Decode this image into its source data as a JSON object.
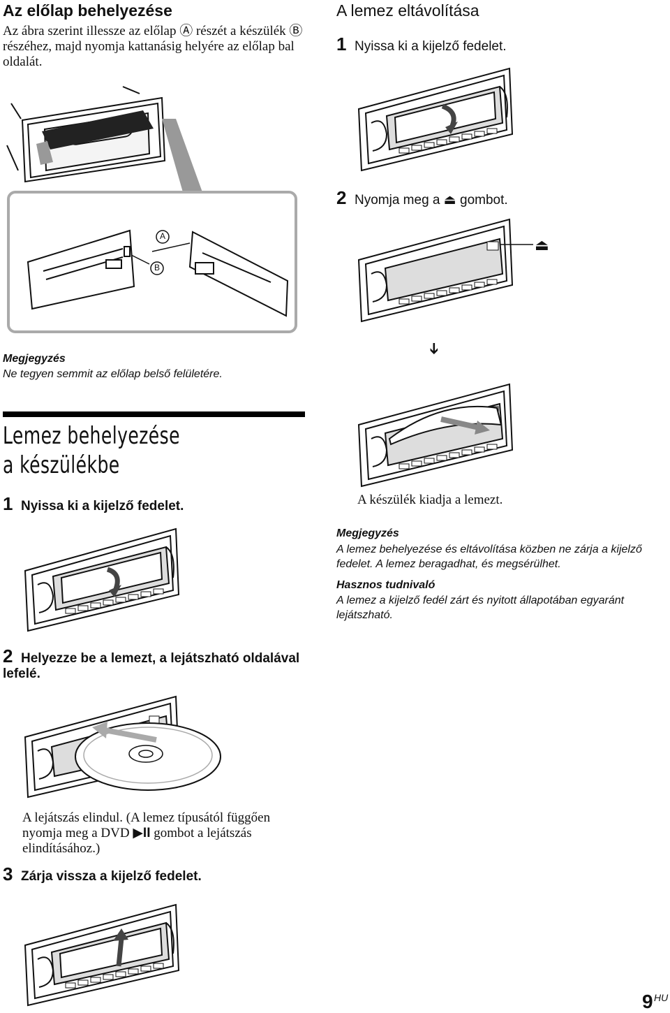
{
  "left": {
    "faceplate": {
      "heading": "Az előlap behelyezése",
      "body": "Az ábra szerint illessze az előlap Ⓐ részét a készülék Ⓑ részéhez, majd nyomja kattanásig helyére az előlap bal oldalát.",
      "label_a": "A",
      "label_b": "B"
    },
    "note1": {
      "heading": "Megjegyzés",
      "text": "Ne tegyen semmit az előlap belső felületére."
    },
    "section": {
      "title_line1": "Lemez behelyezése",
      "title_line2": "a készülékbe"
    },
    "steps": [
      {
        "num": "1",
        "text": "Nyissa ki a kijelző fedelet."
      },
      {
        "num": "2",
        "text": "Helyezze be a lemezt, a lejátszható oldalával lefelé."
      },
      {
        "num": "3",
        "text": "Zárja vissza a kijelző fedelet."
      }
    ],
    "playback_text_1": "A lejátszás elindul. (A lemez típusától függően nyomja meg a DVD",
    "playback_symbol": "▶II",
    "playback_text_2": "gombot a lejátszás elindításához.)"
  },
  "right": {
    "heading": "A lemez eltávolítása",
    "steps": [
      {
        "num": "1",
        "text": "Nyissa ki a kijelző fedelet."
      },
      {
        "num": "2",
        "text": "Nyomja meg a",
        "symbol": "⏏",
        "text_after": "gombot."
      }
    ],
    "eject_symbol": "⏏",
    "arrow_symbol": "➔",
    "result": "A készülék kiadja a lemezt.",
    "note": {
      "heading": "Megjegyzés",
      "text": "A lemez behelyezése és eltávolítása közben ne zárja a kijelző fedelet. A lemez beragadhat, és megsérülhet."
    },
    "tip": {
      "heading": "Hasznos tudnivaló",
      "text": "A lemez a kijelző fedél zárt és nyitott állapotában egyaránt lejátszható."
    }
  },
  "page": {
    "number": "9",
    "suffix": "HU"
  }
}
